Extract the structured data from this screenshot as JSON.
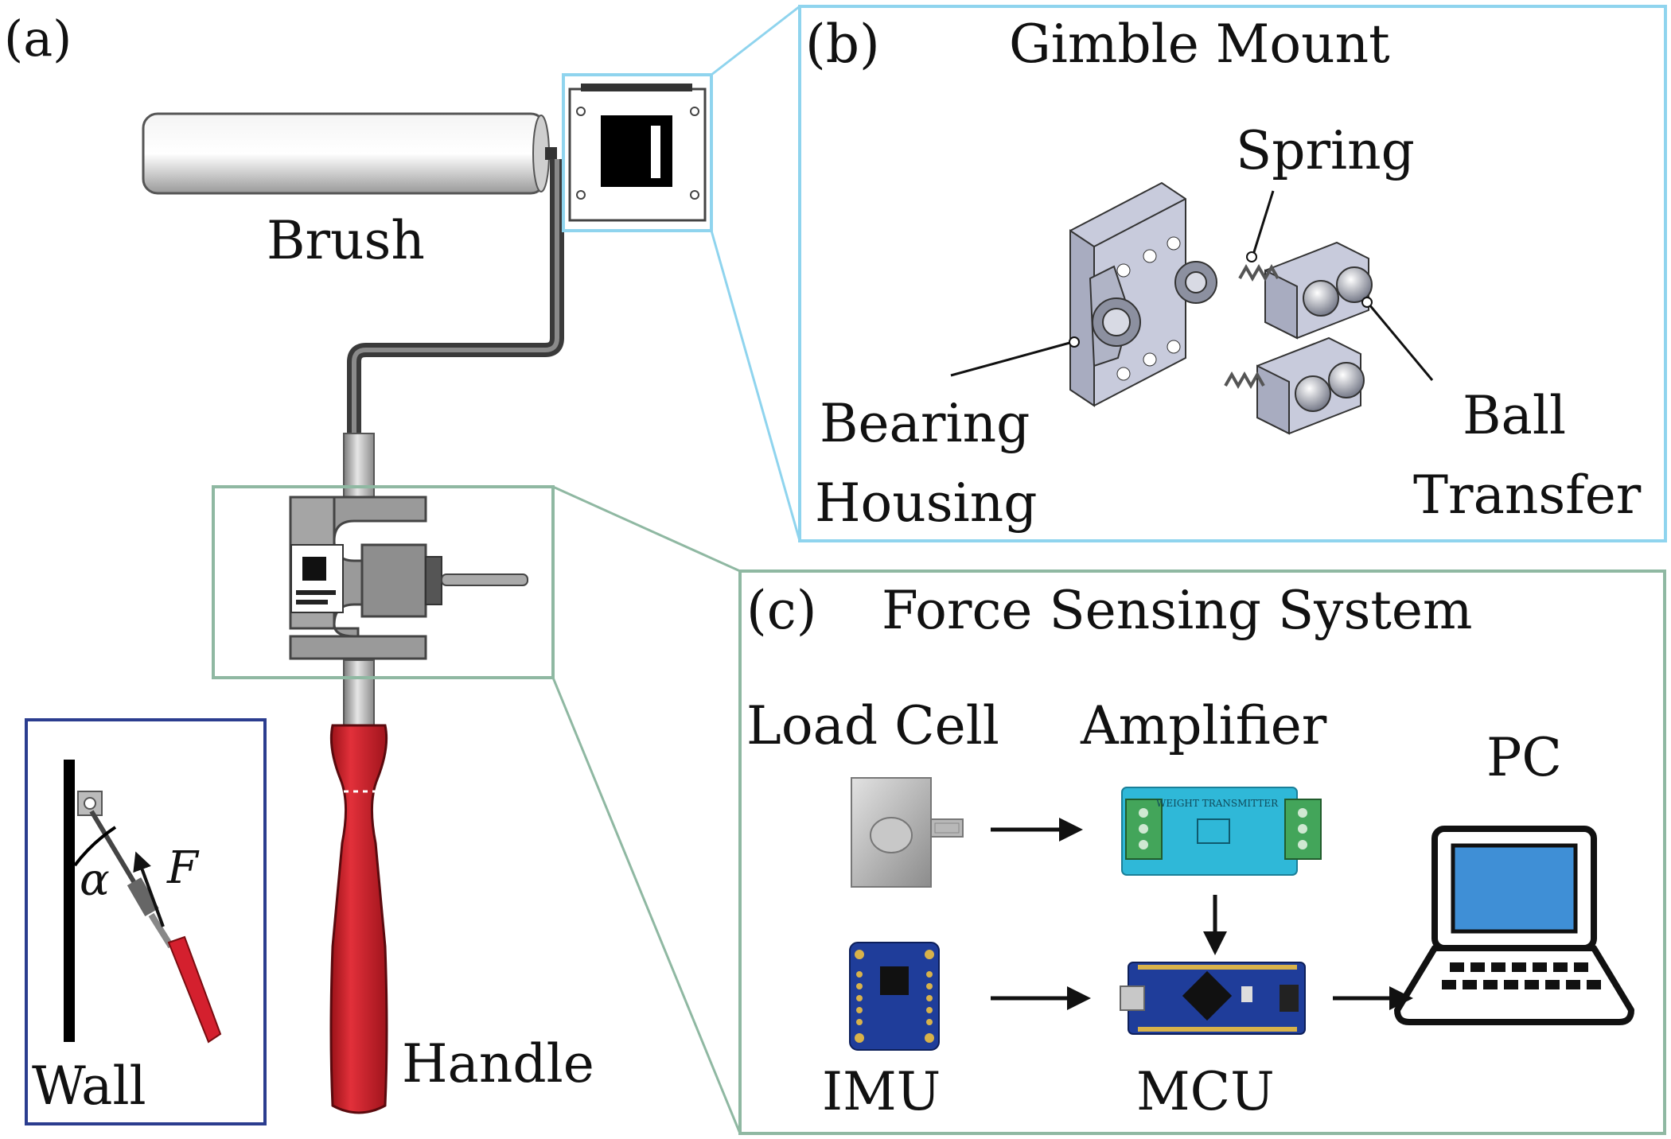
{
  "panel_a": {
    "tag": "(a)",
    "brush_label": "Brush",
    "handle_label": "Handle",
    "inset": {
      "wall_label": "Wall",
      "angle_label": "α",
      "force_label": "F"
    }
  },
  "panel_b": {
    "tag": "(b)",
    "title": "Gimble Mount",
    "spring_label": "Spring",
    "bearing_label_1": "Bearing",
    "bearing_label_2": "Housing",
    "ball_label_1": "Ball",
    "ball_label_2": "Transfer"
  },
  "panel_c": {
    "tag": "(c)",
    "title": "Force Sensing System",
    "load_cell_label": "Load Cell",
    "amplifier_label": "Amplifier",
    "pc_label": "PC",
    "imu_label": "IMU",
    "mcu_label": "MCU",
    "transmitter_text": "WEIGHT TRANSMITTER"
  },
  "colors": {
    "panel_b_border": "#8fd4ee",
    "panel_c_border": "#8fb8a2",
    "inset_border": "#2b3d8f",
    "handle_red": "#d4202e",
    "screen_blue": "#3f8fd6",
    "amp_cyan": "#2fb8d8",
    "board_blue": "#1f3d9a",
    "part_grey": "#b8bccd"
  }
}
